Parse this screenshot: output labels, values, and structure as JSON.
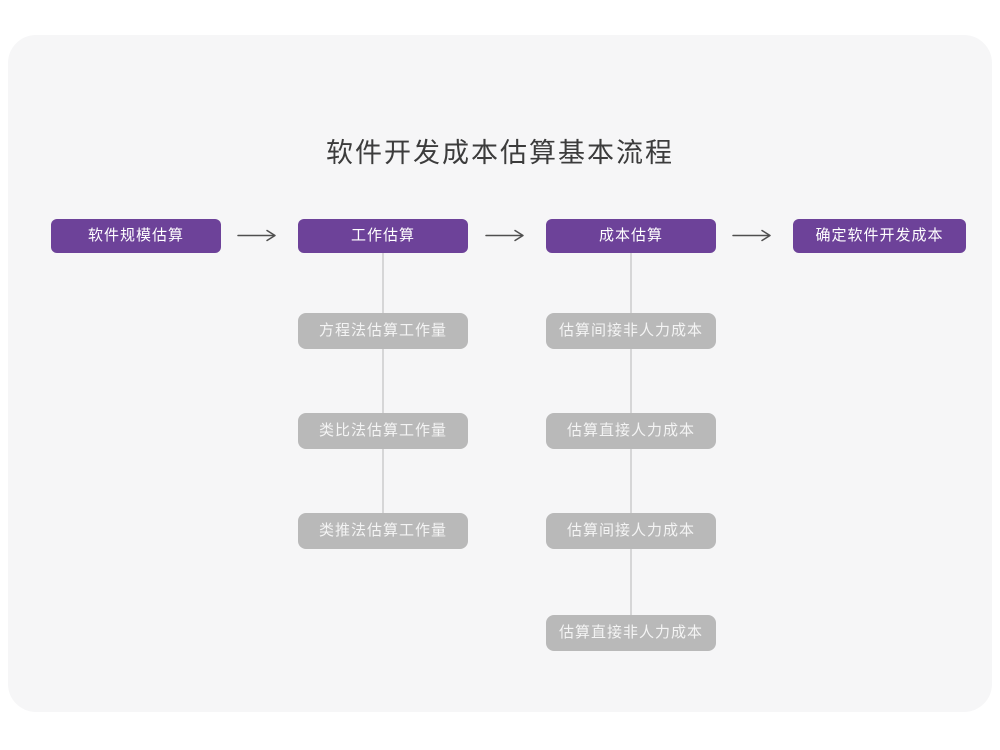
{
  "title": "软件开发成本估算基本流程",
  "colors": {
    "accent_purple": "#6d4299",
    "sub_box_gray": "#b9b9b9",
    "card_background": "#f6f6f7",
    "arrow": "#4f4f4f",
    "connector_line": "#d6d6d7"
  },
  "main_flow": {
    "steps": [
      {
        "label": "软件规模估算"
      },
      {
        "label": "工作估算"
      },
      {
        "label": "成本估算"
      },
      {
        "label": "确定软件开发成本"
      }
    ]
  },
  "work_estimation": {
    "items": [
      "方程法估算工作量",
      "类比法估算工作量",
      "类推法估算工作量"
    ]
  },
  "cost_estimation": {
    "items": [
      "估算间接非人力成本",
      "估算直接人力成本",
      "估算间接人力成本",
      "估算直接非人力成本"
    ]
  }
}
